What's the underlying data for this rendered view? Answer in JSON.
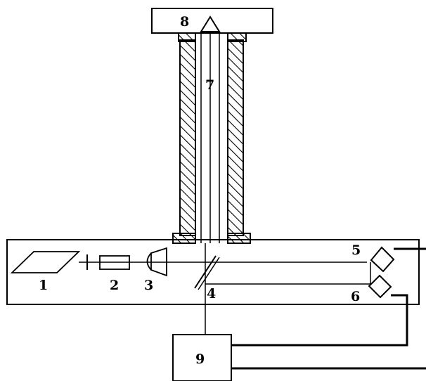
{
  "diagram": {
    "labels": {
      "n1": "1",
      "n2": "2",
      "n3": "3",
      "n4": "4",
      "n5": "5",
      "n6": "6",
      "n7": "7",
      "n8": "8",
      "n9": "9"
    }
  }
}
